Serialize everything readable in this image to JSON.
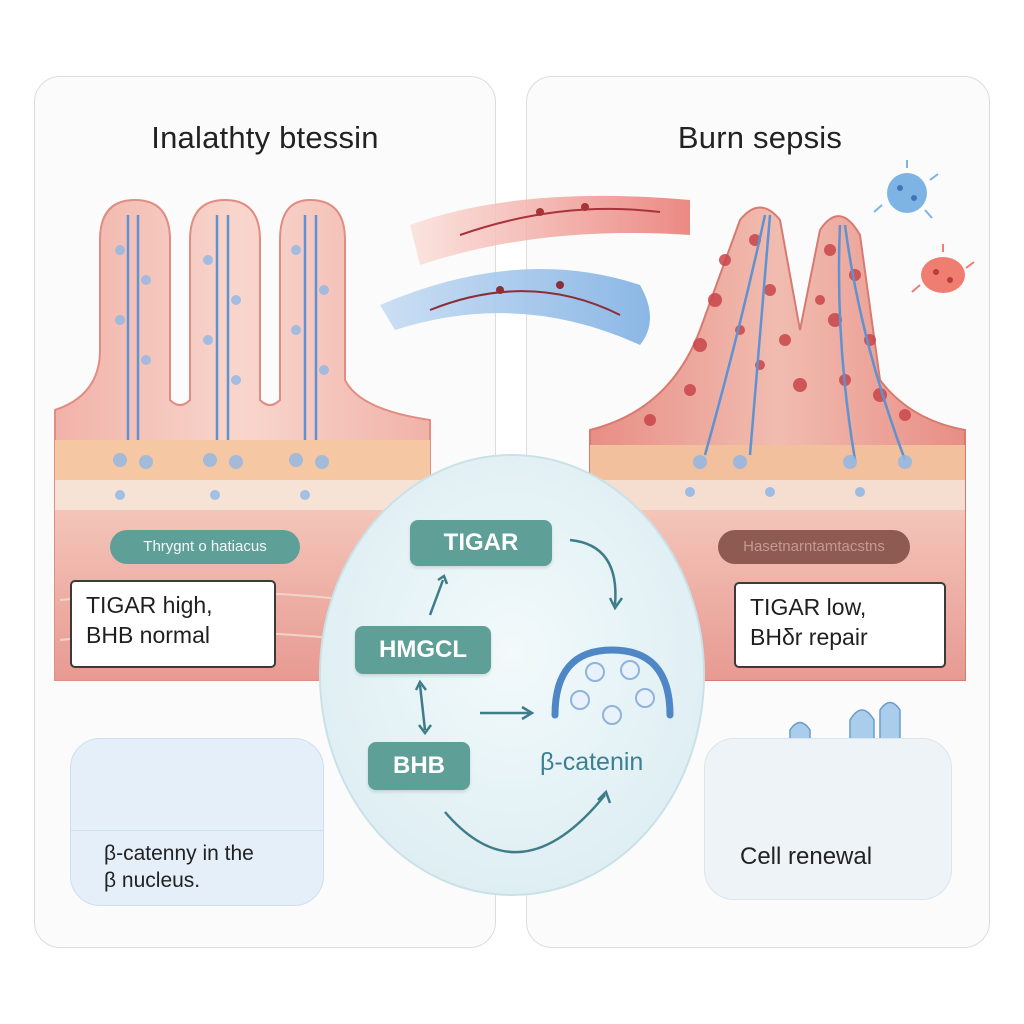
{
  "panels": {
    "left": {
      "title": "Inalathty btessin",
      "pill_label": "Thrygnt o hatiacus",
      "status_box": [
        "TIGAR high,",
        "BHB normal"
      ],
      "inset_text": [
        "β-catenny in the",
        "β nucleus."
      ]
    },
    "right": {
      "title": "Burn sepsis",
      "pill_label": "Hasetnarntamtacstns",
      "status_box": [
        "TIGAR low,",
        "BHδr repair"
      ],
      "inset_text": [
        "Cell renewal"
      ]
    }
  },
  "pathway": {
    "nodes": {
      "tigar": "TIGAR",
      "hmgcl": "HMGCL",
      "bhb": "BHB"
    },
    "target_label": "β-catenin"
  },
  "colors": {
    "node_teal": "#5e9f97",
    "tissue_pink": "#eaa39a",
    "inflamed_red": "#c9464a",
    "vessel_blue": "#7aaee0",
    "center_oval": "#e6f3f6",
    "arrow": "#3f7c8a"
  },
  "icons": [
    "artery-red-icon",
    "vein-blue-icon",
    "bacteria-blue-icon",
    "bacteria-red-icon",
    "beta-catenin-complex-icon",
    "nuclei-icon",
    "crypt-renewal-icon"
  ]
}
